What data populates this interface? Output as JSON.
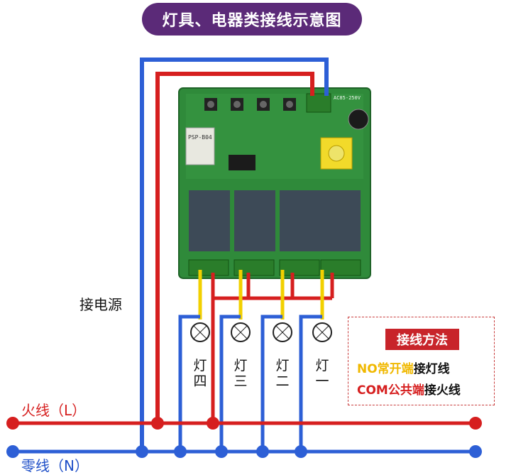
{
  "title": "灯具、电器类接线示意图",
  "power_label": "接电源",
  "lamps": [
    {
      "label": "灯四"
    },
    {
      "label": "灯三"
    },
    {
      "label": "灯二"
    },
    {
      "label": "灯一"
    }
  ],
  "lines": {
    "live": "火线（L）",
    "neutral": "零线（N）"
  },
  "legend": {
    "title": "接线方法",
    "row1_a": "NO常开端",
    "row1_b": "接灯线",
    "row2_a": "COM公共端",
    "row2_b": "接火线"
  },
  "board": {
    "module_text": "PSP-B04",
    "power_text": "AC85-250V"
  },
  "colors": {
    "title_bg": "#5b2a78",
    "live": "#d61f1f",
    "neutral": "#2d5fd6",
    "signal": "#f2d000",
    "board": "#2f8a3a",
    "relay": "#3d4a57"
  }
}
